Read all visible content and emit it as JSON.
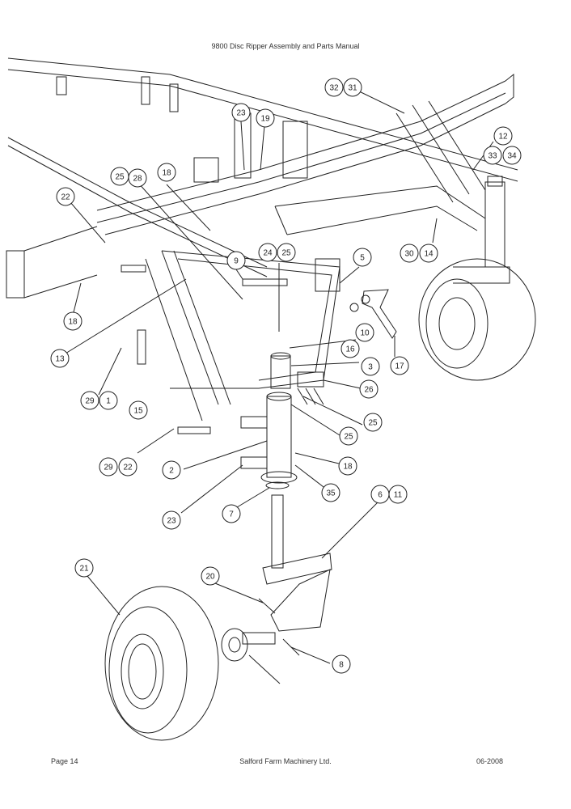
{
  "header": {
    "title": "9800 Disc Ripper Assembly and Parts Manual"
  },
  "footer": {
    "page": "Page 14",
    "company": "Salford Farm Machinery Ltd.",
    "date": "06-2008"
  },
  "callouts": [
    "32",
    "31",
    "23",
    "19",
    "12",
    "33",
    "34",
    "25",
    "28",
    "18",
    "22",
    "9",
    "24",
    "25",
    "5",
    "30",
    "14",
    "18",
    "10",
    "16",
    "3",
    "13",
    "17",
    "26",
    "25",
    "29",
    "1",
    "15",
    "25",
    "29",
    "22",
    "2",
    "18",
    "23",
    "35",
    "7",
    "6",
    "11",
    "21",
    "20",
    "8"
  ]
}
